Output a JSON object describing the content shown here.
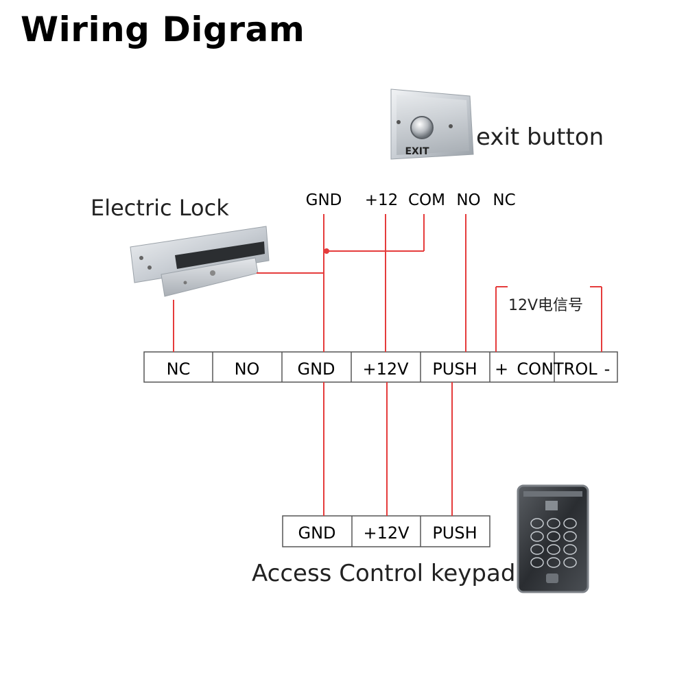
{
  "title": "Wiring Digram",
  "labels": {
    "electric_lock": "Electric Lock",
    "exit_button": "exit button",
    "access_keypad": "Access Control keypad",
    "signal": "12V电信号"
  },
  "exit_button": {
    "terminals": [
      "GND",
      "+12",
      "COM",
      "NO",
      "NC"
    ],
    "face_text": "EXIT"
  },
  "controller": {
    "terminals": [
      "NC",
      "NO",
      "GND",
      "+12V",
      "PUSH"
    ],
    "control_label": "CONTROL",
    "plus": "+",
    "minus": "-"
  },
  "keypad": {
    "terminals": [
      "GND",
      "+12V",
      "PUSH"
    ]
  },
  "colors": {
    "wire": "#e53b3b",
    "box_border": "#555555"
  }
}
